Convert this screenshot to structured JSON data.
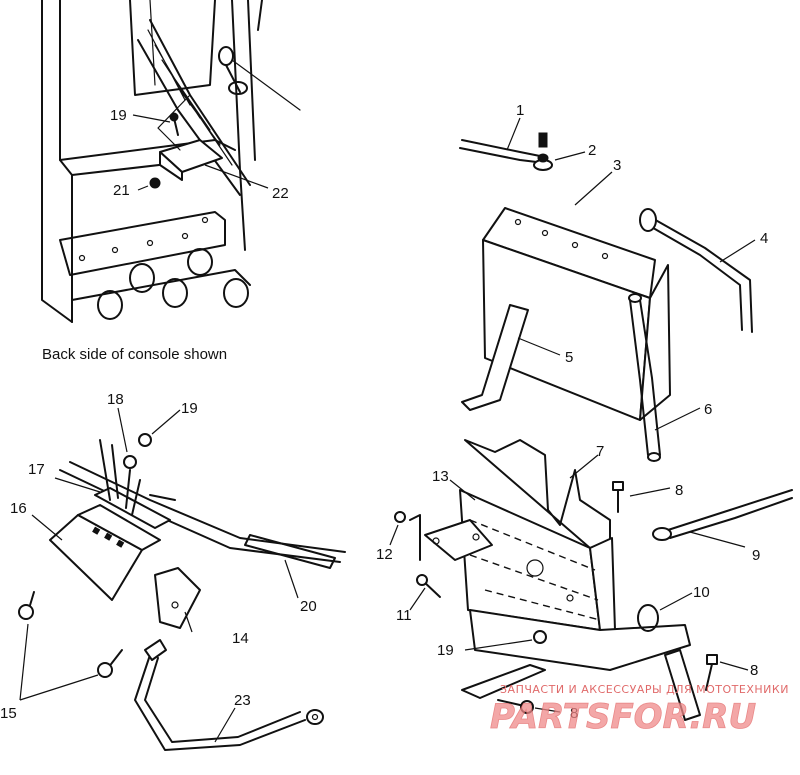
{
  "caption": "Back side of console shown",
  "callouts": [
    {
      "id": "1",
      "label": "1"
    },
    {
      "id": "2",
      "label": "2"
    },
    {
      "id": "3",
      "label": "3"
    },
    {
      "id": "4",
      "label": "4"
    },
    {
      "id": "5",
      "label": "5"
    },
    {
      "id": "6",
      "label": "6"
    },
    {
      "id": "7",
      "label": "7"
    },
    {
      "id": "8a",
      "label": "8"
    },
    {
      "id": "8b",
      "label": "8"
    },
    {
      "id": "8c",
      "label": "8"
    },
    {
      "id": "9",
      "label": "9"
    },
    {
      "id": "10",
      "label": "10"
    },
    {
      "id": "11",
      "label": "11"
    },
    {
      "id": "12",
      "label": "12"
    },
    {
      "id": "13",
      "label": "13"
    },
    {
      "id": "14",
      "label": "14"
    },
    {
      "id": "15",
      "label": "15"
    },
    {
      "id": "16",
      "label": "16"
    },
    {
      "id": "17",
      "label": "17"
    },
    {
      "id": "18",
      "label": "18"
    },
    {
      "id": "19a",
      "label": "19"
    },
    {
      "id": "19b",
      "label": "19"
    },
    {
      "id": "19c",
      "label": "19"
    },
    {
      "id": "20",
      "label": "20"
    },
    {
      "id": "21",
      "label": "21"
    },
    {
      "id": "22",
      "label": "22"
    },
    {
      "id": "23",
      "label": "23"
    }
  ],
  "watermark": {
    "tagline": "ЗАПЧАСТИ И АКСЕССУАРЫ ДЛЯ МОТОТЕХНИКИ",
    "brand": "PARTSFOR.RU"
  }
}
